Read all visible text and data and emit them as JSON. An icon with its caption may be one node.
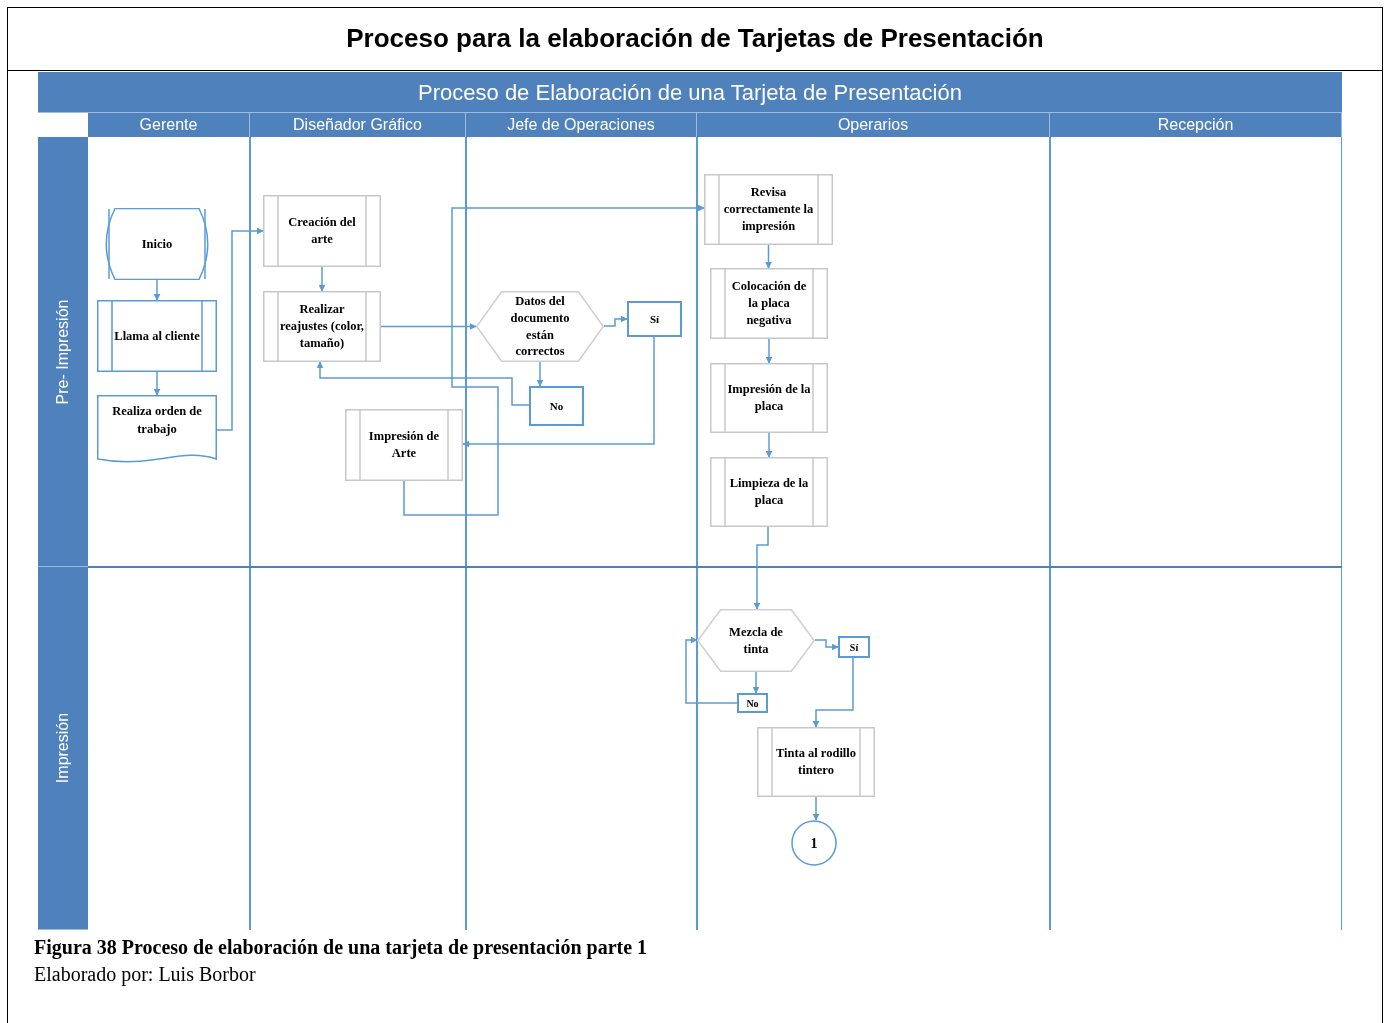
{
  "diagram": {
    "title": "Proceso para la elaboración de Tarjetas de Presentación",
    "caption": "Figura 38 Proceso de elaboración de una tarjeta de presentación parte 1",
    "nodes": [
      {
        "text": [
          "Proceso de Elaboración de una Tarjeta de Presentación"
        ]
      },
      {
        "text": [
          "Gerente"
        ]
      },
      {
        "text": [
          "Diseñador Gráfico"
        ]
      },
      {
        "text": [
          "Jefe de Operaciones"
        ]
      },
      {
        "text": [
          "Operarios"
        ]
      },
      {
        "text": [
          "Recepción"
        ]
      },
      {
        "text": [
          "Pre- Impresión"
        ]
      },
      {
        "text": [
          "Impresión"
        ]
      },
      {
        "text": [
          "Inicio"
        ]
      },
      {
        "text": [
          "Llama al cliente"
        ]
      },
      {
        "text": [
          "Realiza orden de trabajo"
        ]
      },
      {
        "text": [
          "Creación del arte"
        ]
      },
      {
        "text": [
          "Realizar reajustes (color, tamaño)"
        ]
      },
      {
        "text": [
          "Datos del documento están correctos"
        ]
      },
      {
        "text": [
          "Sí"
        ]
      },
      {
        "text": [
          "No"
        ]
      },
      {
        "text": [
          "Impresión de Arte"
        ]
      },
      {
        "text": [
          "Revisa correctamente la impresión"
        ]
      },
      {
        "text": [
          "Colocación de la placa negativa"
        ]
      },
      {
        "text": [
          "Impresión de la placa"
        ]
      },
      {
        "text": [
          "Limpieza de la placa"
        ]
      },
      {
        "text": [
          "Mezcla de tinta"
        ]
      },
      {
        "text": [
          "Sí"
        ]
      },
      {
        "text": [
          "No"
        ]
      },
      {
        "text": [
          "Tinta al rodillo tintero"
        ]
      },
      {
        "text": [
          "1"
        ]
      }
    ],
    "edges": [
      {
        "from": 8,
        "to": 9,
        "arrow": "to"
      },
      {
        "from": 9,
        "to": 10,
        "arrow": "to"
      },
      {
        "from": 10,
        "to": 11,
        "arrow": "to"
      },
      {
        "from": 11,
        "to": 12,
        "arrow": "to"
      },
      {
        "from": 12,
        "to": 13,
        "arrow": "to"
      },
      {
        "from": 13,
        "to": 14,
        "arrow": "to"
      },
      {
        "from": 13,
        "to": 15,
        "arrow": "to"
      },
      {
        "from": 15,
        "to": 12,
        "arrow": "to"
      },
      {
        "from": 14,
        "to": 16,
        "arrow": "to"
      },
      {
        "from": 16,
        "to": 17,
        "arrow": "to"
      },
      {
        "from": 17,
        "to": 18,
        "arrow": "to"
      },
      {
        "from": 18,
        "to": 19,
        "arrow": "to"
      },
      {
        "from": 19,
        "to": 20,
        "arrow": "to"
      },
      {
        "from": 20,
        "to": 21,
        "arrow": "to"
      },
      {
        "from": 21,
        "to": 22,
        "arrow": "to"
      },
      {
        "from": 21,
        "to": 23,
        "arrow": "to"
      },
      {
        "from": 23,
        "to": 21,
        "arrow": "to"
      },
      {
        "from": 22,
        "to": 24,
        "arrow": "to"
      },
      {
        "from": 24,
        "to": 25,
        "arrow": "to"
      }
    ],
    "labels": [
      "Elaborado por: Luis Borbor"
    ]
  }
}
